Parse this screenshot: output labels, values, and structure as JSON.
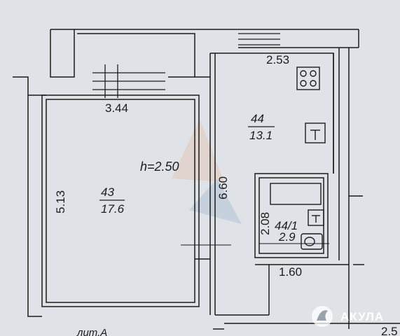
{
  "plan": {
    "dimensions": {
      "top_right": "2.53",
      "top_left": "3.44",
      "left_height": "5.13",
      "middle_height": "6.60",
      "bath_height": "2.08",
      "bath_width": "1.60"
    },
    "rooms": [
      {
        "number": "43",
        "area": "17.6"
      },
      {
        "number": "44",
        "area": "13.1"
      },
      {
        "number": "44/1",
        "area": "2.9"
      }
    ],
    "ceiling_height": "h=2.50",
    "block_label": "лит.А",
    "bottom_fragment": "2.5"
  },
  "watermark": {
    "brand": "АКУЛА"
  },
  "colors": {
    "paper": "#dfe2e6",
    "ink": "#1c1c1c",
    "watermark_orange": "#f07d3a",
    "watermark_blue": "#3a6fb5"
  }
}
